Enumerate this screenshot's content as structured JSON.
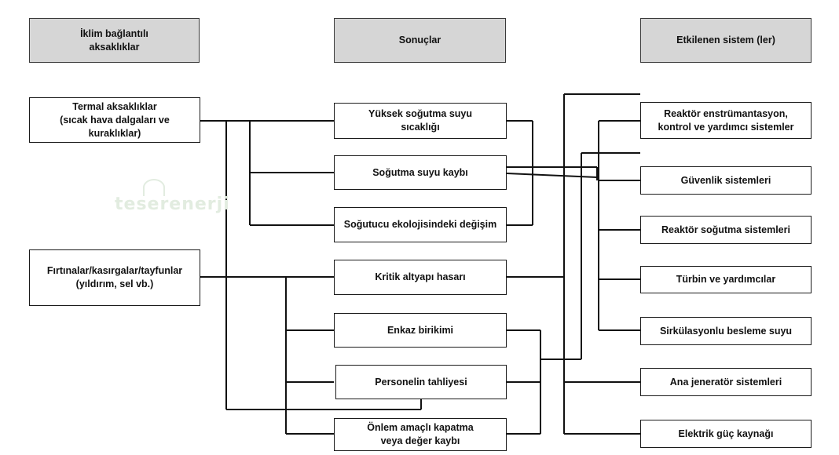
{
  "headers": {
    "disruptions": "İklim bağlantılı\naksaklıklar",
    "consequences": "Sonuçlar",
    "affected": "Etkilenen sistem (ler)"
  },
  "disruptions": {
    "thermal": "Termal aksaklıklar\n(sıcak hava dalgaları ve kuraklıklar)",
    "storms": "Fırtınalar/kasırgalar/tayfunlar\n(yıldırım, sel vb.)"
  },
  "consequences": {
    "high_temp": "Yüksek soğutma suyu\nsıcaklığı",
    "loss": "Soğutma suyu kaybı",
    "ecology": "Soğutucu ekolojisindeki değişim",
    "infra": "Kritik altyapı hasarı",
    "debris": "Enkaz birikimi",
    "evacuation": "Personelin tahliyesi",
    "shutdown": "Önlem amaçlı kapatma\nveya değer kaybı"
  },
  "systems": {
    "instrumentation": "Reaktör enstrümantasyon,\nkontrol ve yardımcı sistemler",
    "safety": "Güvenlik sistemleri",
    "cooling": "Reaktör soğutma sistemleri",
    "turbine": "Türbin ve yardımcılar",
    "feedwater": "Sirkülasyonlu besleme suyu",
    "generator": "Ana jeneratör sistemleri",
    "power": "Elektrik güç kaynağı"
  },
  "watermark": "teserenerji"
}
